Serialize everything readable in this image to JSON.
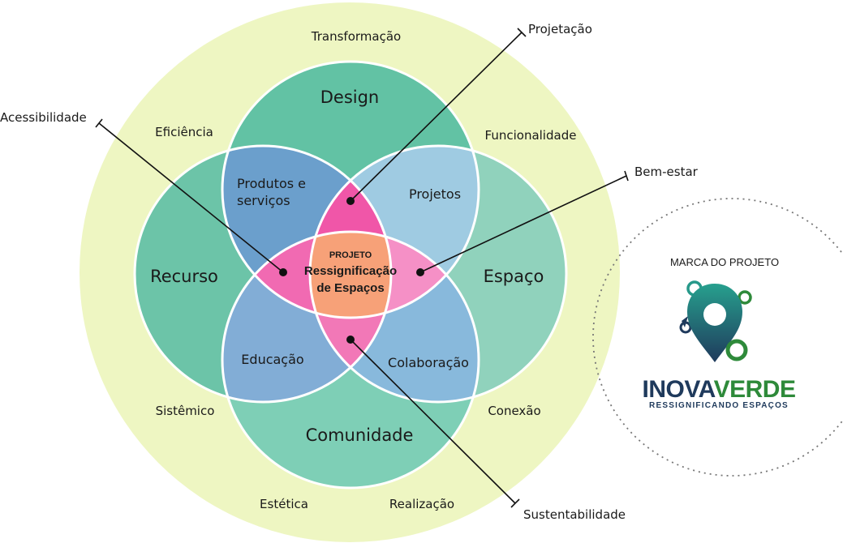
{
  "colors": {
    "outer_ring": "#eef6c2",
    "design": "#62c2a4",
    "recurso": "#6cc4a8",
    "espaco": "#90d2bc",
    "comunidade": "#7ecfb6",
    "produtos": "#6b9fcc",
    "projetos": "#9fcbe2",
    "educacao": "#82add6",
    "colaboracao": "#88b9dc",
    "projetacao": "#f056a8",
    "acessibilidade": "#f16ab2",
    "bem_estar": "#f590c6",
    "sustentabilidade": "#f278b7",
    "center": "#f7a178",
    "brand_navy": "#1f3a5c",
    "brand_green": "#2e8a3a",
    "brand_teal": "#27998a"
  },
  "outer_labels": {
    "transformacao": "Transformação",
    "eficiencia": "Eficiência",
    "funcionalidade": "Funcionalidade",
    "sistemico": "Sistêmico",
    "conexao": "Conexão",
    "estetica": "Estética",
    "realizacao": "Realização"
  },
  "circles": {
    "design": "Design",
    "recurso": "Recurso",
    "espaco": "Espaço",
    "comunidade": "Comunidade"
  },
  "intersections": {
    "produtos_line1": "Produtos e",
    "produtos_line2": "serviços",
    "projetos": "Projetos",
    "educacao": "Educação",
    "colaboracao": "Colaboração"
  },
  "center": {
    "small": "PROJETO",
    "line1": "Ressignificação",
    "line2": "de Espaços"
  },
  "callouts": {
    "projetacao": "Projetação",
    "acessibilidade": "Acessibilidade",
    "bem_estar": "Bem-estar",
    "sustentabilidade": "Sustentabilidade"
  },
  "brand": {
    "label": "MARCA DO PROJETO",
    "name_part1": "INOVA",
    "name_part2": "VERDE",
    "tagline": "RESSIGNIFICANDO ESPAÇOS"
  }
}
